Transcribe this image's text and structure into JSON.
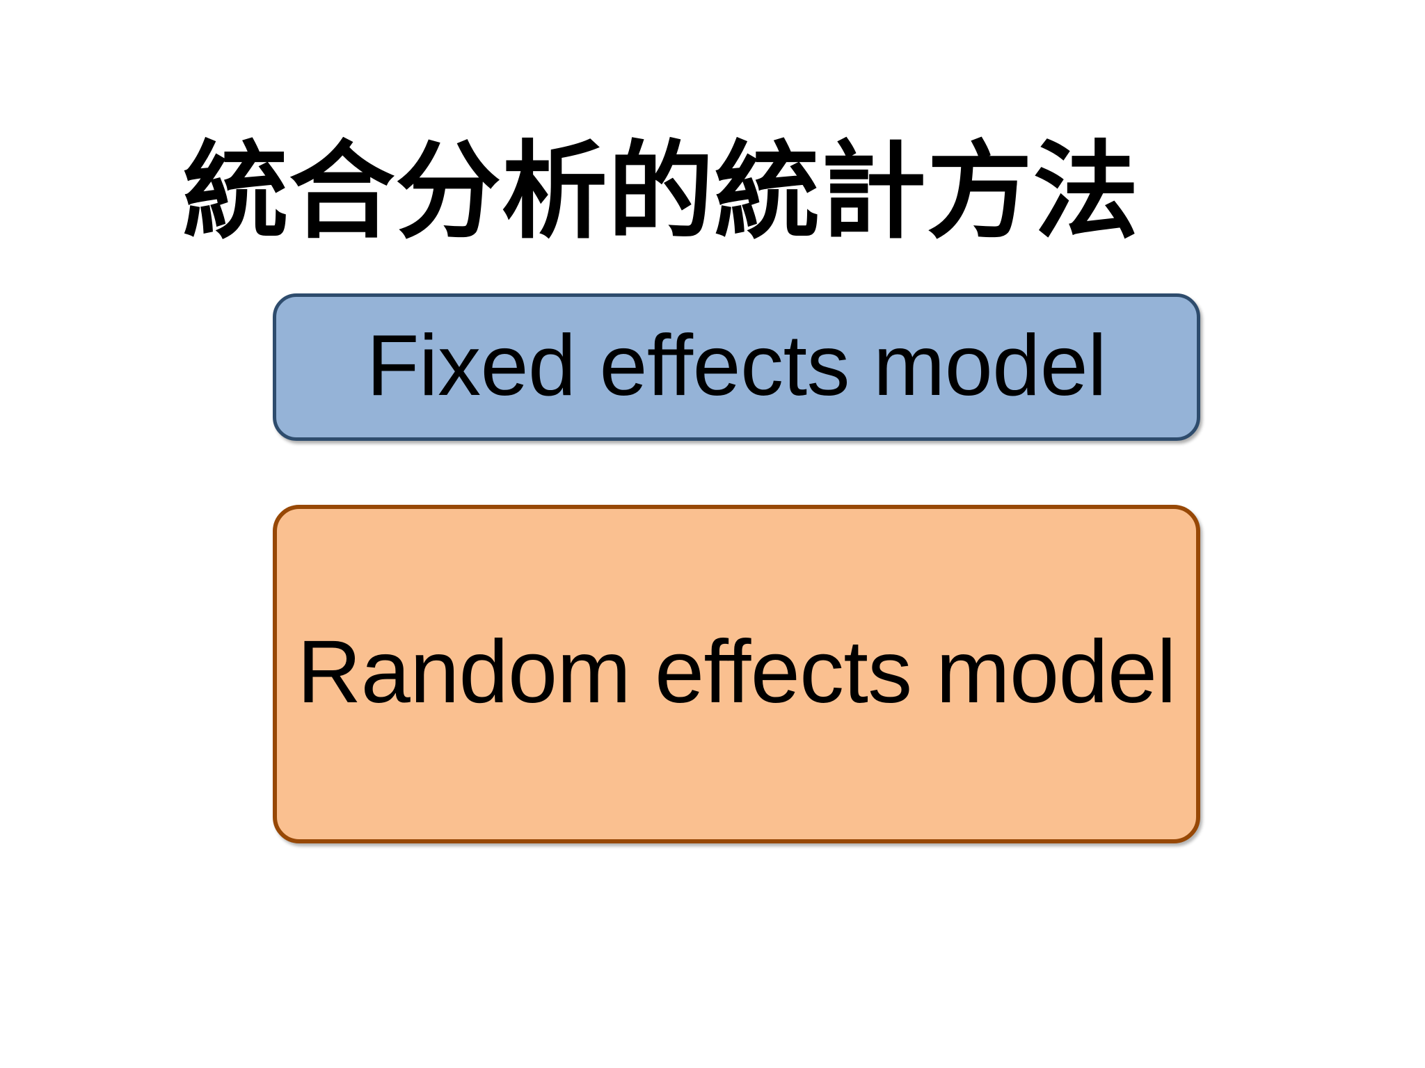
{
  "slide": {
    "background_color": "#ffffff",
    "title": "統合分析的統計方法"
  },
  "boxes": [
    {
      "id": "fixed-effects",
      "label": "Fixed effects model",
      "fill_color": "#95b3d7",
      "border_color": "#2e4c6d",
      "text_color": "#000000"
    },
    {
      "id": "random-effects",
      "label": "Random effects model",
      "fill_color": "#fac090",
      "border_color": "#974806",
      "text_color": "#000000"
    }
  ]
}
